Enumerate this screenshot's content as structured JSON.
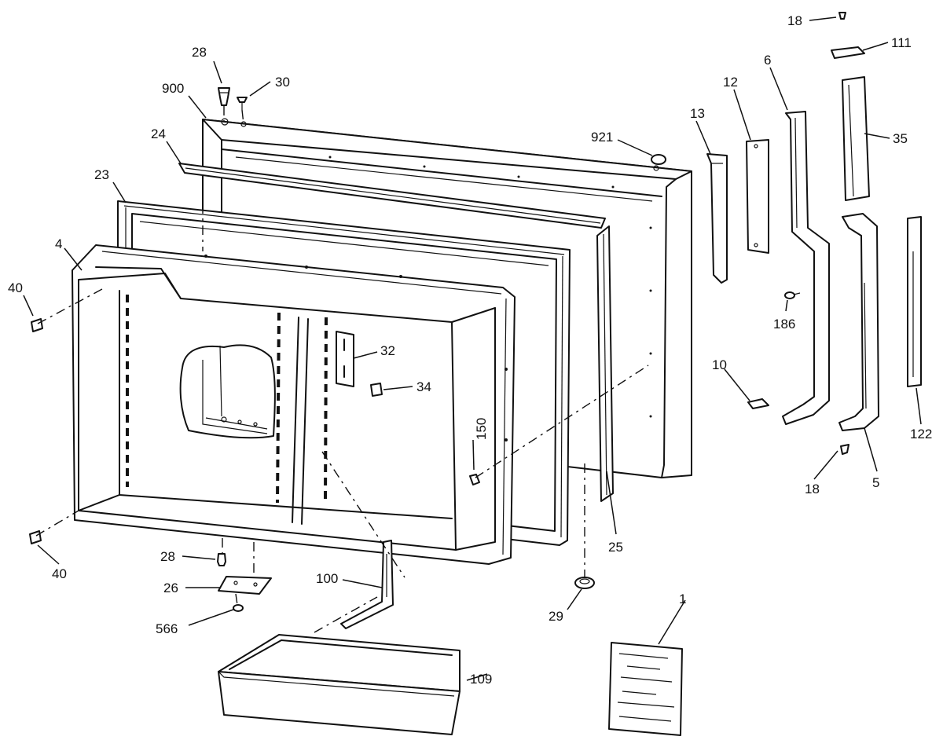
{
  "callouts": [
    {
      "id": "p900",
      "text": "900"
    },
    {
      "id": "p28a",
      "text": "28"
    },
    {
      "id": "p30",
      "text": "30"
    },
    {
      "id": "p24",
      "text": "24"
    },
    {
      "id": "p23",
      "text": "23"
    },
    {
      "id": "p4",
      "text": "4"
    },
    {
      "id": "p40a",
      "text": "40"
    },
    {
      "id": "p32",
      "text": "32"
    },
    {
      "id": "p34",
      "text": "34"
    },
    {
      "id": "p150",
      "text": "150"
    },
    {
      "id": "p40b",
      "text": "40"
    },
    {
      "id": "p28b",
      "text": "28"
    },
    {
      "id": "p26",
      "text": "26"
    },
    {
      "id": "p566",
      "text": "566"
    },
    {
      "id": "p100",
      "text": "100"
    },
    {
      "id": "p109",
      "text": "109"
    },
    {
      "id": "p25",
      "text": "25"
    },
    {
      "id": "p29",
      "text": "29"
    },
    {
      "id": "p921",
      "text": "921"
    },
    {
      "id": "p13",
      "text": "13"
    },
    {
      "id": "p12",
      "text": "12"
    },
    {
      "id": "p6",
      "text": "6"
    },
    {
      "id": "p18a",
      "text": "18"
    },
    {
      "id": "p111",
      "text": "111"
    },
    {
      "id": "p35",
      "text": "35"
    },
    {
      "id": "p186",
      "text": "186"
    },
    {
      "id": "p10",
      "text": "10"
    },
    {
      "id": "p18b",
      "text": "18"
    },
    {
      "id": "p5",
      "text": "5"
    },
    {
      "id": "p122",
      "text": "122"
    },
    {
      "id": "p1",
      "text": "1"
    }
  ]
}
